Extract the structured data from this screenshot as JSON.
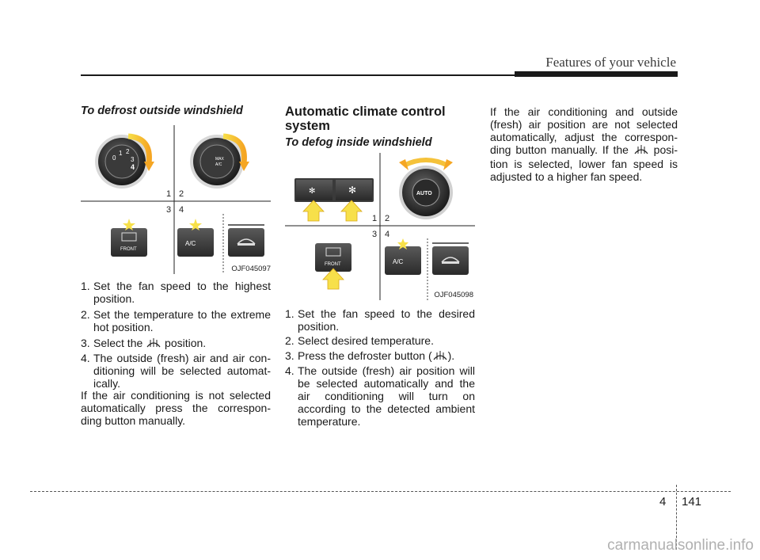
{
  "header": {
    "title": "Features of your vehicle"
  },
  "left": {
    "heading": "To defrost outside windshield",
    "figure": {
      "label": "OJF045097",
      "quadrants": [
        "1",
        "2",
        "3",
        "4"
      ],
      "button_labels": {
        "front": "FRONT",
        "ac": "A/C"
      },
      "dial_numbers": [
        "0",
        "1",
        "2",
        "3",
        "4"
      ],
      "max_ac": "MAX A/C"
    },
    "steps": [
      {
        "num": "1.",
        "text": "Set the fan speed to the highest position."
      },
      {
        "num": "2.",
        "text": "Set the temperature to the extreme hot position."
      },
      {
        "num": "3.",
        "text_before": "Select the",
        "text_after": "position."
      },
      {
        "num": "4.",
        "text": "The outside (fresh) air and air con-ditioning will be selected automat-ically."
      }
    ],
    "paragraph": "If the air conditioning is not selected automatically press the correspon-ding button manually."
  },
  "middle": {
    "heading": "Automatic climate control system",
    "subheading": "To defog inside windshield",
    "figure": {
      "label": "OJF045098",
      "quadrants": [
        "1",
        "2",
        "3",
        "4"
      ],
      "button_labels": {
        "front": "FRONT",
        "ac": "A/C",
        "auto": "AUTO"
      }
    },
    "steps": [
      {
        "num": "1.",
        "text": "Set the fan speed to the desired position."
      },
      {
        "num": "2.",
        "text": "Select desired temperature."
      },
      {
        "num": "3.",
        "text_before": "Press the defroster button (",
        "text_after": ")."
      },
      {
        "num": "4.",
        "text": "The outside (fresh) air position will be selected automatically and the air conditioning will turn on according to the detected ambient temperature."
      }
    ]
  },
  "right": {
    "paragraph_part1": "If the air conditioning and outside (fresh) air position are not selected automatically, adjust the correspon-ding button manually. If the",
    "paragraph_part2": "posi-tion is selected, lower fan speed is adjusted to a higher fan speed."
  },
  "footer": {
    "chapter": "4",
    "page": "141"
  },
  "watermark": "carmanualsonline.info"
}
